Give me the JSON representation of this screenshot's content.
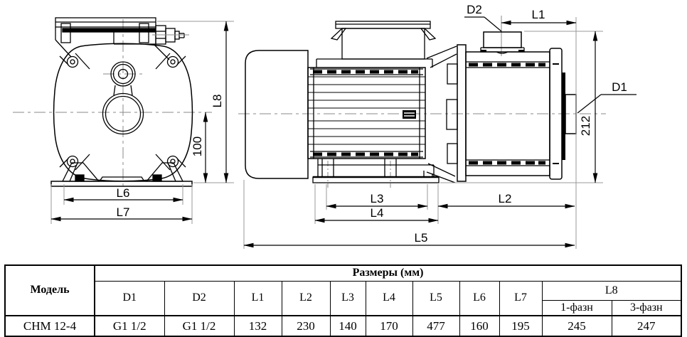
{
  "drawing": {
    "front": {
      "l6": "L6",
      "l7": "L7",
      "l8": "L8",
      "h100": "100"
    },
    "side": {
      "d1": "D1",
      "d2": "D2",
      "l1": "L1",
      "l2": "L2",
      "l3": "L3",
      "l4": "L4",
      "l5": "L5",
      "h212": "212"
    }
  },
  "table": {
    "model_header": "Модель",
    "sizes_header": "Размеры (мм)",
    "dim_columns": [
      "D1",
      "D2",
      "L1",
      "L2",
      "L3",
      "L4",
      "L5",
      "L6",
      "L7"
    ],
    "l8_header": "L8",
    "l8_phases": [
      "1-фазн",
      "3-фазн"
    ],
    "row": {
      "model": "CHM 12-4",
      "d1": "G1 1/2",
      "d2": "G1 1/2",
      "l1": "132",
      "l2": "230",
      "l3": "140",
      "l4": "170",
      "l5": "477",
      "l6": "160",
      "l7": "195",
      "l8_1ph": "245",
      "l8_3ph": "247"
    }
  }
}
